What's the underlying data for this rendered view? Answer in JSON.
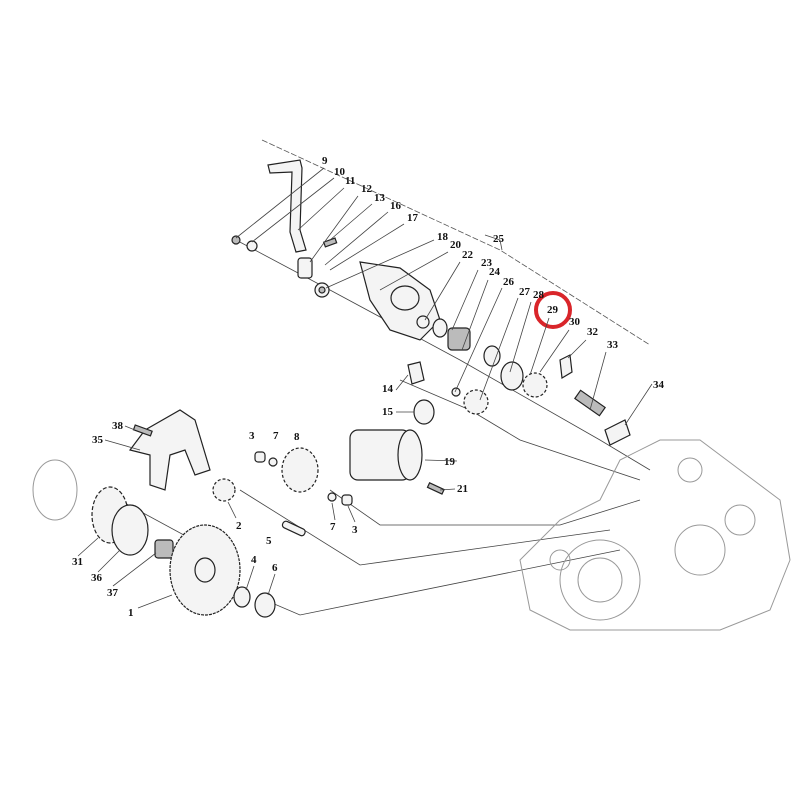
{
  "diagram": {
    "title": "Starter / kick-start exploded parts diagram",
    "highlight_color": "#d9252a",
    "highlighted_callout": "29",
    "callouts": [
      "9",
      "10",
      "11",
      "12",
      "13",
      "16",
      "17",
      "18",
      "20",
      "22",
      "23",
      "24",
      "25",
      "26",
      "27",
      "28",
      "29",
      "30",
      "32",
      "33",
      "34",
      "14",
      "15",
      "38",
      "35",
      "3",
      "7",
      "8",
      "19",
      "21",
      "2",
      "7",
      "3",
      "5",
      "31",
      "36",
      "37",
      "4",
      "6",
      "1"
    ]
  }
}
